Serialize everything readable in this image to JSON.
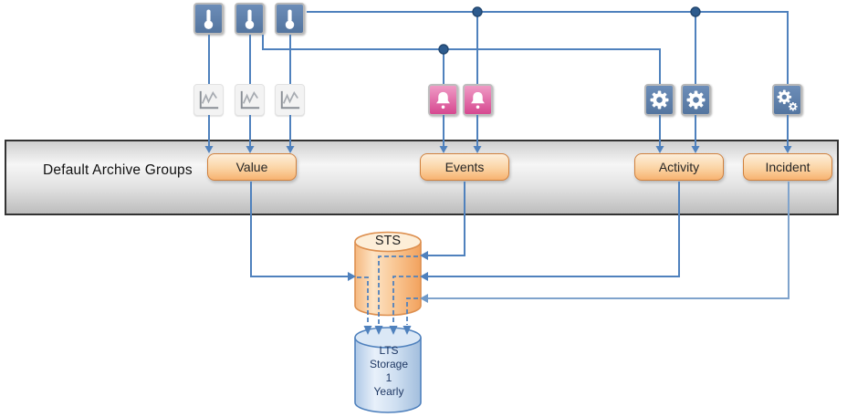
{
  "band": {
    "label": "Default Archive Groups"
  },
  "groups": {
    "value": {
      "label": "Value"
    },
    "events": {
      "label": "Events"
    },
    "activity": {
      "label": "Activity"
    },
    "incident": {
      "label": "Incident"
    }
  },
  "storage": {
    "sts": {
      "label": "STS"
    },
    "lts": {
      "lines": [
        "LTS",
        "Storage",
        "1",
        "Yearly"
      ]
    }
  },
  "icons": {
    "sources_row": [
      "thermometer-icon",
      "thermometer-icon",
      "thermometer-icon"
    ],
    "archive_row": [
      "trend-chart-icon",
      "trend-chart-icon",
      "trend-chart-icon",
      "alarm-bell-icon",
      "alarm-bell-icon",
      "gear-icon",
      "gear-icon",
      "double-gear-icon"
    ]
  },
  "colors": {
    "connector": "#4f81bd",
    "connector_light": "#7fa3cc",
    "icon_blue": "#5b7da8",
    "icon_pink": "#d9539a",
    "button_border": "#d0813e",
    "sts_stroke": "#dd8f4f",
    "lts_stroke": "#4f81bd",
    "junction_dot": "#2d5b8e"
  }
}
